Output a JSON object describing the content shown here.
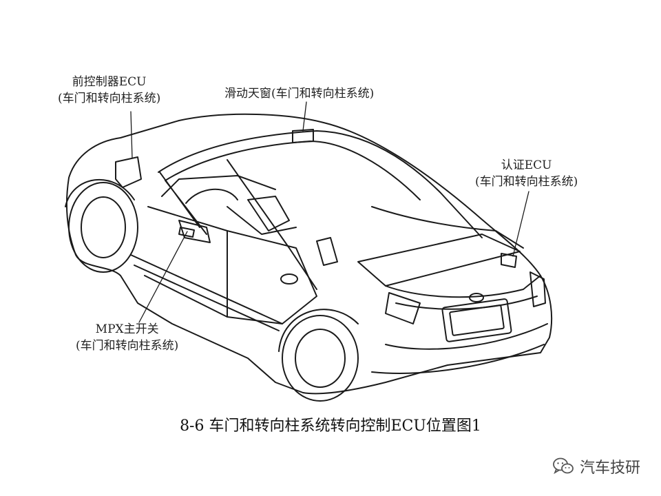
{
  "labels": {
    "front_controller": {
      "line1": "前控制器ECU",
      "line2": "(车门和转向柱系统)"
    },
    "sunroof": {
      "line1": "滑动天窗(车门和转向柱系统)"
    },
    "authentication": {
      "line1": "认证ECU",
      "line2": "(车门和转向柱系统)"
    },
    "mpx_switch": {
      "line1": "MPX主开关",
      "line2": "(车门和转向柱系统)"
    }
  },
  "caption": "8-6 车门和转向柱系统转向控制ECU位置图1",
  "watermark": {
    "text": "汽车技研",
    "icon": "wechat-icon"
  }
}
